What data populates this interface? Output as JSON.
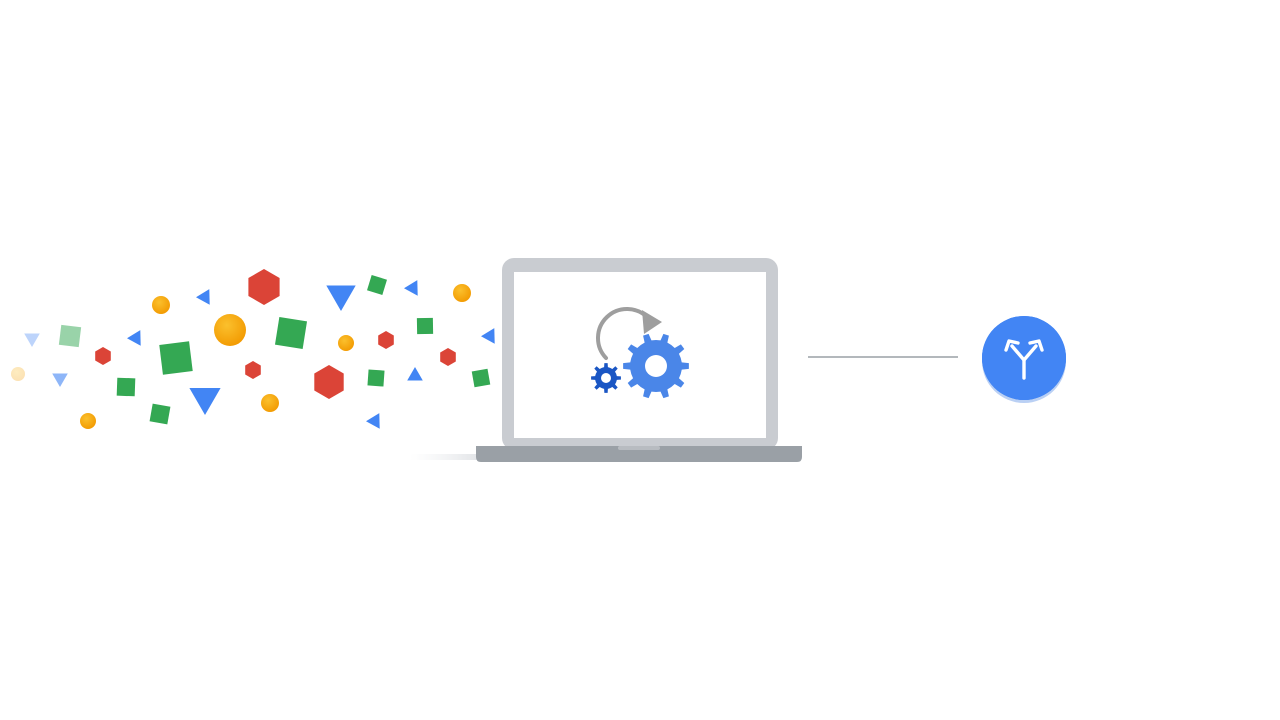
{
  "scene": {
    "background": "#ffffff",
    "palette": {
      "blue": "#4285f4",
      "red": "#db4437",
      "yellow": "#f4b400",
      "green": "#34a853",
      "laptop_frame": "#c9ccd1",
      "laptop_base": "#9aa0a6",
      "gear_dark": "#1a56c4",
      "gear_main": "#4a86e8",
      "arrow_gray": "#9e9e9e",
      "connector_line": "#9aa0a6"
    },
    "particles": [
      {
        "shape": "triangle",
        "color": "blue"
      },
      {
        "shape": "square",
        "color": "green"
      },
      {
        "shape": "hexagon",
        "color": "red"
      },
      {
        "shape": "circle",
        "color": "yellow"
      }
    ],
    "laptop": {
      "icon": "settings-sync-icon"
    },
    "badge": {
      "icon": "split-arrow-icon",
      "color": "#4285f4"
    }
  }
}
